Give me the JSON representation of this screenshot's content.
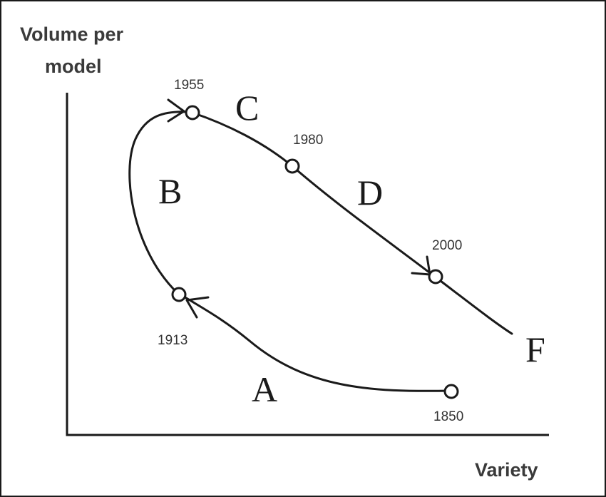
{
  "axes": {
    "y_title_line1": "Volume per",
    "y_title_line2": "model",
    "x_title": "Variety"
  },
  "points": [
    {
      "id": "p1850",
      "year": "1850"
    },
    {
      "id": "p1913",
      "year": "1913"
    },
    {
      "id": "p1955",
      "year": "1955"
    },
    {
      "id": "p1980",
      "year": "1980"
    },
    {
      "id": "p2000",
      "year": "2000"
    }
  ],
  "phases": {
    "a": "A",
    "b": "B",
    "c": "C",
    "d": "D",
    "f": "F"
  }
}
